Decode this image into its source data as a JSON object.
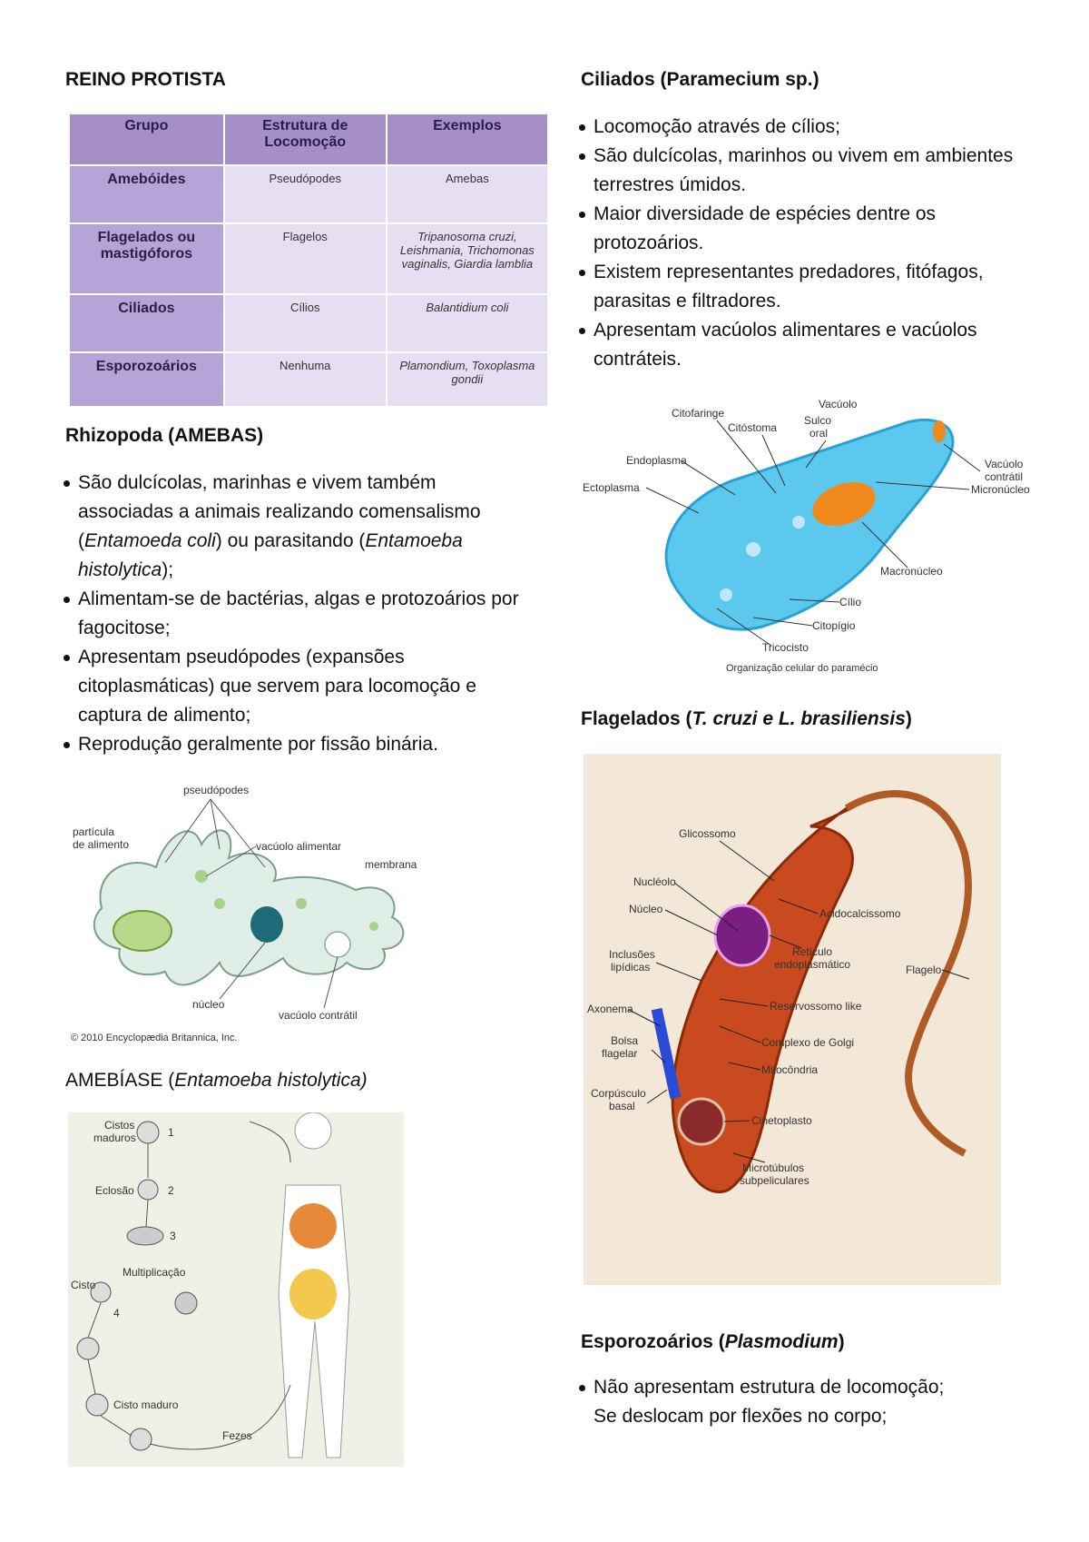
{
  "left": {
    "title": "REINO PROTISTA",
    "table": {
      "headers": [
        "Grupo",
        "Estrutura de Locomoção",
        "Exemplos"
      ],
      "rows": [
        {
          "grupo": "Amebóides",
          "estrutura": "Pseudópodes",
          "exemplos": "Amebas"
        },
        {
          "grupo": "Flagelados ou mastigóforos",
          "estrutura": "Flagelos",
          "exemplos": "Tripanosoma cruzi, Leishmania, Trichomonas vaginalis, Giardia lamblia"
        },
        {
          "grupo": "Ciliados",
          "estrutura": "Cílios",
          "exemplos": "Balantidium coli"
        },
        {
          "grupo": "Esporozoários",
          "estrutura": "Nenhuma",
          "exemplos": "Plamondium, Toxoplasma gondii"
        }
      ]
    },
    "rhizopoda": {
      "title": "Rhizopoda (AMEBAS)",
      "b1_a": "São dulcícolas, marinhas e vivem também associadas a animais realizando comensalismo (",
      "b1_i1": "Entamoeda coli",
      "b1_b": ") ou parasitando (",
      "b1_i2": "Entamoeba histolytica",
      "b1_c": ");",
      "b2": "Alimentam-se de bactérias, algas e protozoários por fagocitose;",
      "b3": "Apresentam pseudópodes (expansões citoplasmáticas) que servem para locomoção e captura de alimento;",
      "b4": "Reprodução geralmente por fissão binária."
    },
    "ameba_fig": {
      "l1": "pseudópodes",
      "l2a": "partícula",
      "l2b": "de alimento",
      "l3": "vacúolo alimentar",
      "l4": "membrana",
      "l5": "núcleo",
      "l6": "vacúolo contrátil",
      "copyright": "© 2010 Encyclopædia Britannica, Inc."
    },
    "amebiase": {
      "title_a": "AMEBÍASE (",
      "title_i": "Entamoeba histolytica)",
      "l_cistos_a": "Cistos",
      "l_cistos_b": "maduros",
      "l_eclosao": "Eclosão",
      "l_mult": "Multiplicação",
      "l_cisto": "Cisto",
      "l_cisto_maduro": "Cisto maduro",
      "l_fezes": "Fezes",
      "n1": "1",
      "n2": "2",
      "n3": "3",
      "n4": "4"
    }
  },
  "right": {
    "ciliados": {
      "title": "Ciliados (Paramecium sp.)",
      "b1": "Locomoção através de cílios;",
      "b2": "São dulcícolas, marinhos ou vivem em ambientes terrestres úmidos.",
      "b3": "Maior diversidade de espécies dentre os protozoários.",
      "b4": "Existem representantes predadores, fitófagos, parasitas e filtradores.",
      "b5": "Apresentam vacúolos alimentares e vacúolos contráteis."
    },
    "paramecium_fig": {
      "citofaringe": "Citofaringe",
      "citostoma": "Citóstoma",
      "vacuolo": "Vacúolo",
      "sulco_a": "Sulco",
      "sulco_b": "oral",
      "vac_contr_a": "Vacúolo",
      "vac_contr_b": "contrátil",
      "micronucleo": "Micronúcleo",
      "endoplasma": "Endoplasma",
      "ectoplasma": "Ectoplasma",
      "macronucleo": "Macronúcleo",
      "cilio": "Cílio",
      "citopigio": "Citopígio",
      "tricocisto": "Tricocisto",
      "caption": "Organização celular do paramécio"
    },
    "flagelados": {
      "title_a": "Flagelados (",
      "title_i": "T. cruzi e L. brasiliensis",
      "title_b": ")"
    },
    "tcruzi_fig": {
      "glicossomo": "Glicossomo",
      "nucleolo": "Nucléolo",
      "nucleo": "Núcleo",
      "acidocalcissomo": "Acidocalcissomo",
      "inclusoes_a": "Inclusões",
      "inclusoes_b": "lipídicas",
      "reticulo_a": "Retículo",
      "reticulo_b": "endoplasmático",
      "flagelo": "Flagelo",
      "axonema": "Axonema",
      "reservossomo": "Reservossomo like",
      "bolsa_a": "Bolsa",
      "bolsa_b": "flagelar",
      "golgi": "Complexo de Golgi",
      "mitocondria": "Mitocôndria",
      "corpusculo_a": "Corpúsculo",
      "corpusculo_b": "basal",
      "cinetoplasto": "Cinetoplasto",
      "microtubulos_a": "Microtúbulos",
      "microtubulos_b": "subpeliculares"
    },
    "esporozoarios": {
      "title_a": "Esporozoários (",
      "title_i": "Plasmodium",
      "title_b": ")",
      "b1_a": "Não apresentam estrutura de locomoção;",
      "b1_b": "Se deslocam por flexões no corpo;"
    }
  },
  "colors": {
    "table_header": "#a68fc7",
    "table_group": "#b7a4d6",
    "table_cell": "#e6def2",
    "paramecium": "#4cc6ef",
    "tcruzi": "#c94a1e"
  }
}
